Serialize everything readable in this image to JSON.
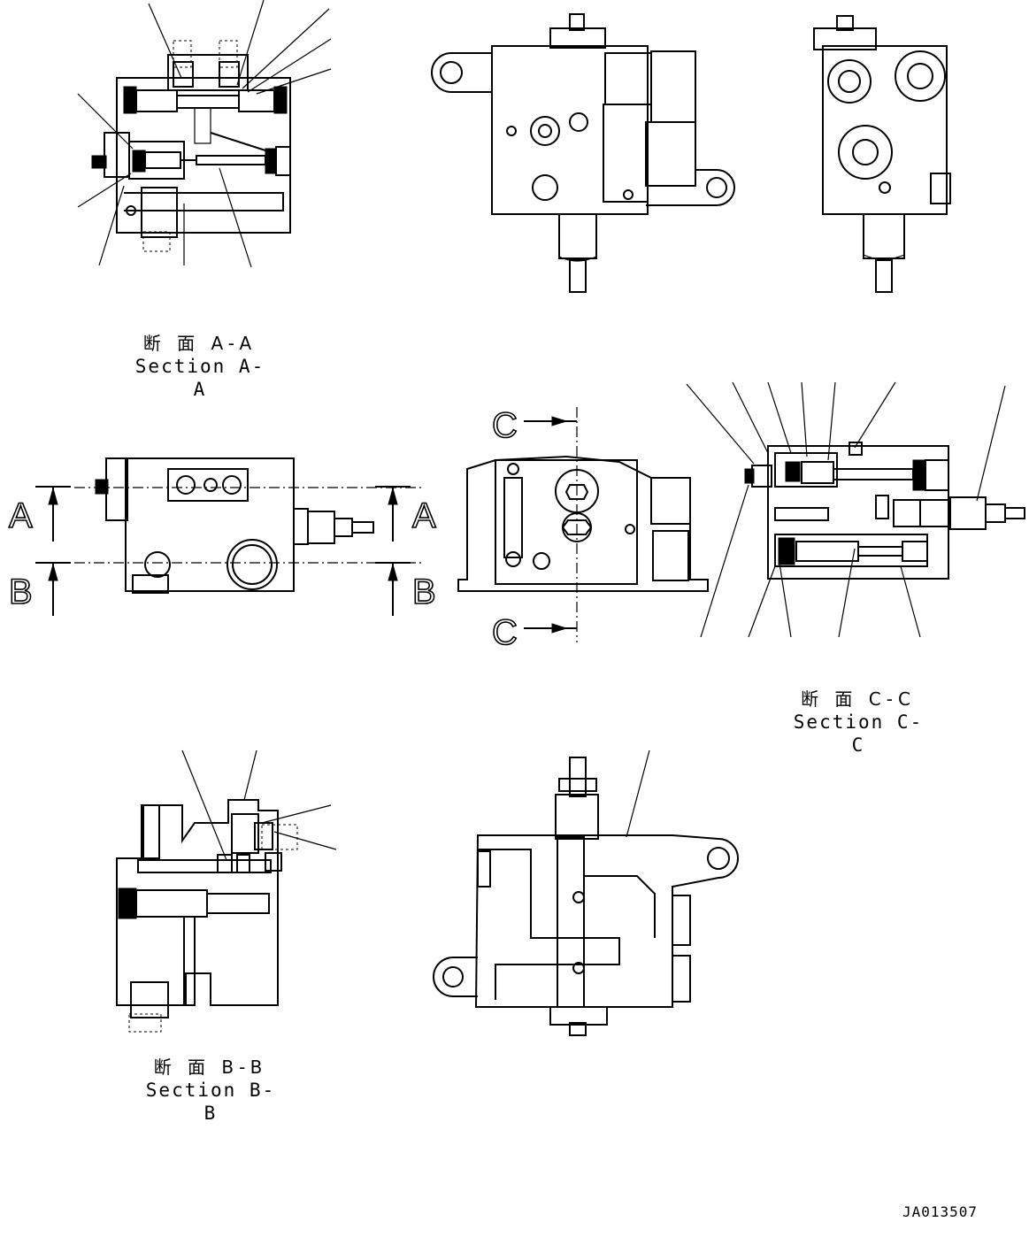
{
  "captions": {
    "section_aa": {
      "jp": "断 面 A-A",
      "en": "Section A-A"
    },
    "section_cc": {
      "jp": "断 面 C-C",
      "en": "Section C-C"
    },
    "section_bb": {
      "jp": "断 面 B-B",
      "en": "Section B-B"
    }
  },
  "section_markers": {
    "a": "A",
    "b": "B",
    "c": "C"
  },
  "drawing_id": "JA013507"
}
